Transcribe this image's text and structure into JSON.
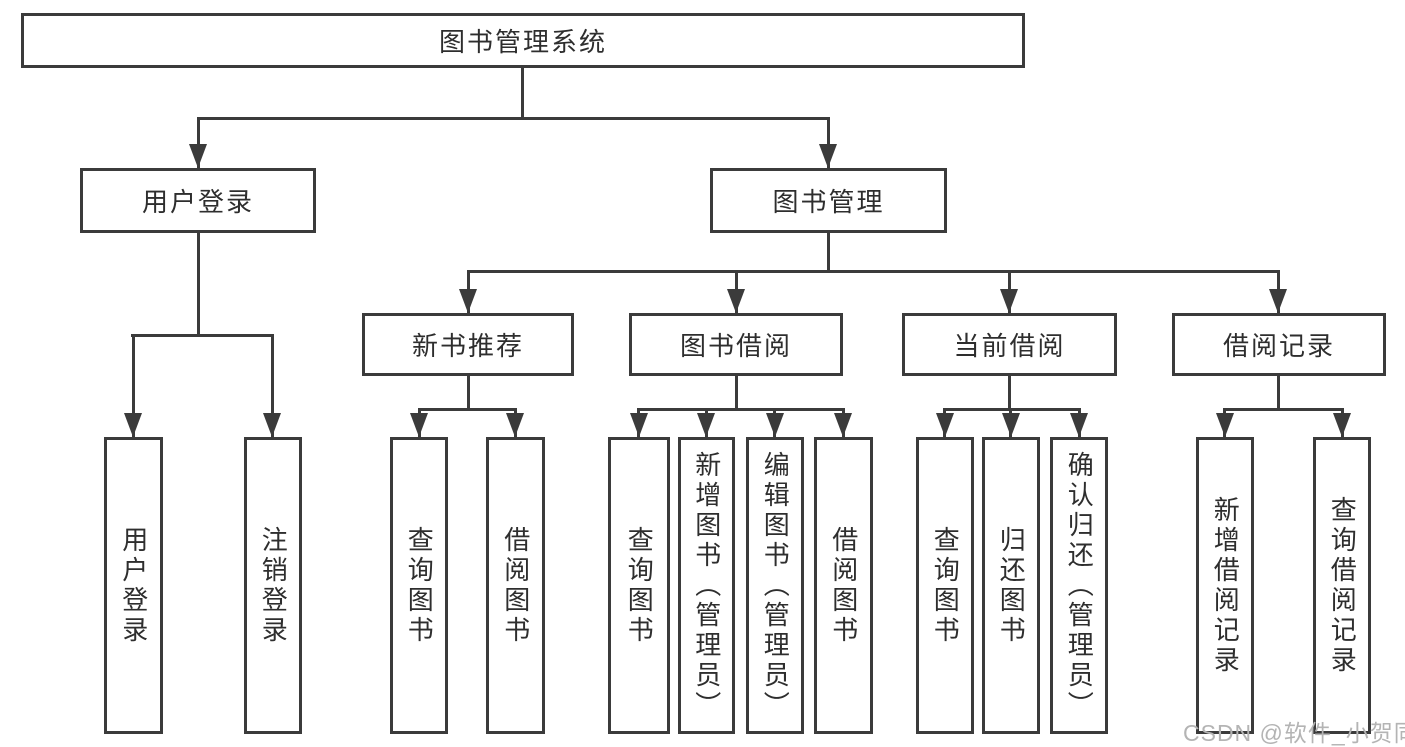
{
  "tree": {
    "label": "图书管理系统",
    "children": [
      {
        "label": "用户登录",
        "children": [
          {
            "label": "用户登录"
          },
          {
            "label": "注销登录"
          }
        ]
      },
      {
        "label": "图书管理",
        "children": [
          {
            "label": "新书推荐",
            "children": [
              {
                "label": "查询图书"
              },
              {
                "label": "借阅图书"
              }
            ]
          },
          {
            "label": "图书借阅",
            "children": [
              {
                "label": "查询图书"
              },
              {
                "label": "新增图书（管理员）"
              },
              {
                "label": "编辑图书（管理员）"
              },
              {
                "label": "借阅图书"
              }
            ]
          },
          {
            "label": "当前借阅",
            "children": [
              {
                "label": "查询图书"
              },
              {
                "label": "归还图书"
              },
              {
                "label": "确认归还（管理员）"
              }
            ]
          },
          {
            "label": "借阅记录",
            "children": [
              {
                "label": "新增借阅记录"
              },
              {
                "label": "查询借阅记录"
              }
            ]
          }
        ]
      }
    ]
  },
  "colors": {
    "line": "#3b3b3b",
    "text": "#2e2e2e",
    "background": "#ffffff",
    "watermark": "#b4b4b4"
  },
  "watermark": {
    "text": "CSDN @软件_小贺同学"
  }
}
